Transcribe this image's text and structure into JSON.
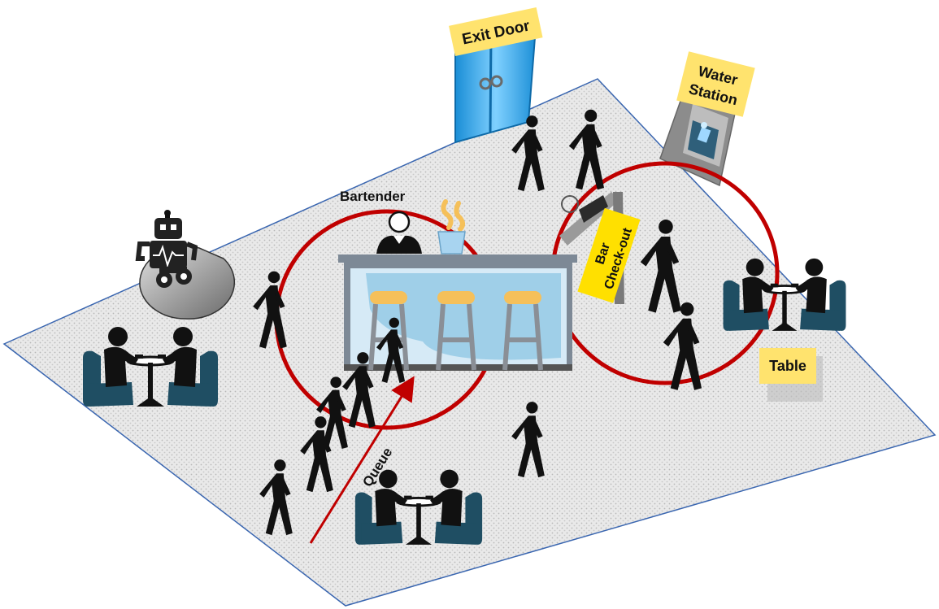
{
  "labels": {
    "exit_door": "Exit Door",
    "water_station_line1": "Water",
    "water_station_line2": "Station",
    "bartender": "Bartender",
    "bar_checkout_line1": "Bar",
    "bar_checkout_line2": "Check-out",
    "table": "Table",
    "queue": "Queue"
  },
  "colors": {
    "floor_fill": "#e6e6e6",
    "floor_edge": "#3a66b0",
    "zone_circle": "#c00000",
    "sticky_note": "#ffe36e",
    "furniture": "#1f4e63",
    "figure": "#111111",
    "bar_blue": "#9fcfe8",
    "stool_seat": "#f5c05a",
    "door_blue": "#2fa3e6"
  },
  "icons": [
    "robot-icon",
    "door-icon",
    "water-dispenser-icon",
    "bartender-icon",
    "coffee-cup-icon",
    "dining-table-icon",
    "walking-person-icon",
    "checkout-terminal-icon"
  ]
}
